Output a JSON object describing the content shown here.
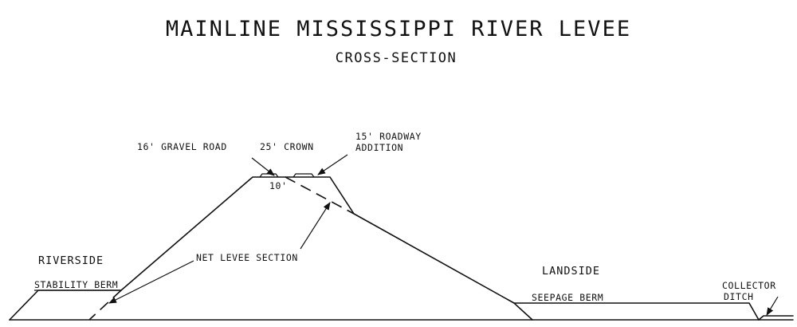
{
  "title": "MAINLINE MISSISSIPPI RIVER LEVEE",
  "subtitle": "CROSS-SECTION",
  "labels": {
    "gravel_road": "16' GRAVEL ROAD",
    "crown": "25' CROWN",
    "roadway_addition_line1": "15' ROADWAY",
    "roadway_addition_line2": "ADDITION",
    "ten_foot": "10'",
    "net_levee_section": "NET LEVEE SECTION",
    "riverside": "RIVERSIDE",
    "stability_berm": "STABILITY BERM",
    "landside": "LANDSIDE",
    "seepage_berm": "SEEPAGE BERM",
    "collector_line1": "COLLECTOR",
    "collector_line2": "DITCH"
  },
  "colors": {
    "ink": "#111111",
    "background": "#ffffff"
  }
}
